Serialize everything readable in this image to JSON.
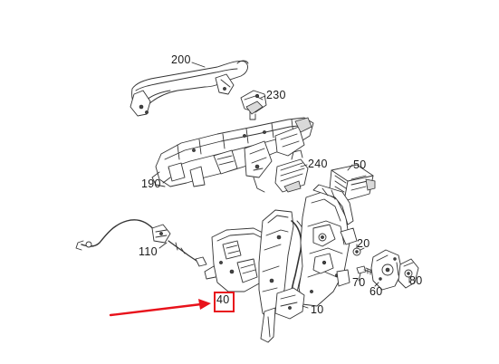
{
  "diagram": {
    "labels": {
      "p200": "200",
      "p230": "230",
      "p240": "240",
      "p50": "50",
      "p190": "190",
      "p110": "110",
      "p20": "20",
      "p70": "70",
      "p60": "60",
      "p80": "80",
      "p40": "40",
      "p10": "10"
    },
    "highlight": {
      "part": "40",
      "color": "#e8121b"
    },
    "colors": {
      "line": "#333333",
      "background": "#ffffff",
      "arrow": "#e8121b"
    }
  }
}
